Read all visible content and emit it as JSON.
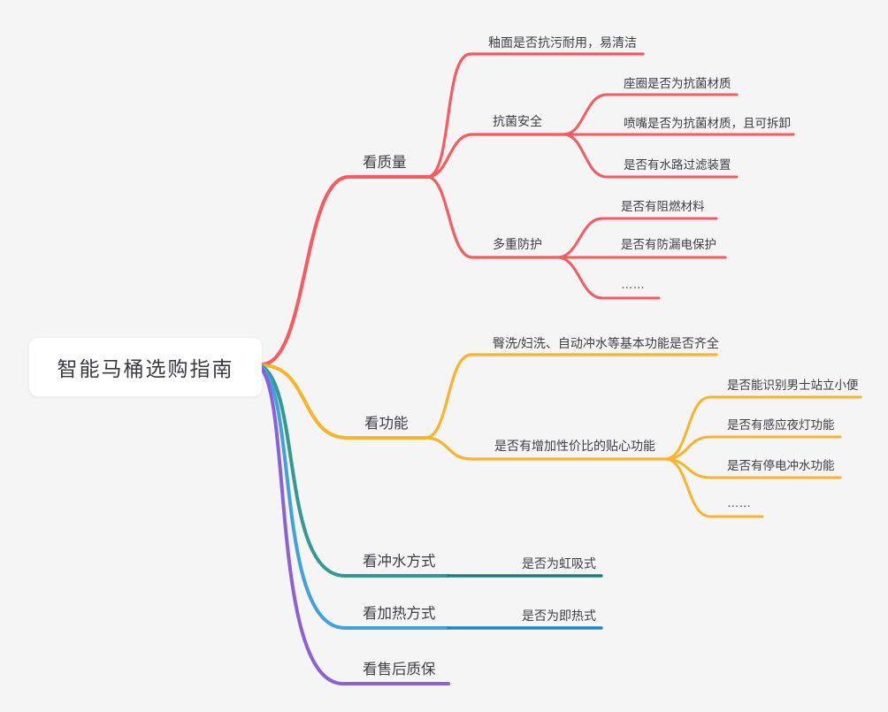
{
  "root": {
    "label": "智能马桶选购指南"
  },
  "canvas": {
    "background": "#f5f5f6",
    "text_color": "#3d3d44"
  },
  "branches": [
    {
      "label": "看质量",
      "color": "#f75a5f",
      "children": [
        {
          "label": "釉面是否抗污耐用，易清洁",
          "children": []
        },
        {
          "label": "抗菌安全",
          "children": [
            {
              "label": "座圈是否为抗菌材质"
            },
            {
              "label": "喷嘴是否为抗菌材质，且可拆卸"
            },
            {
              "label": "是否有水路过滤装置"
            }
          ]
        },
        {
          "label": "多重防护",
          "children": [
            {
              "label": "是否有阻燃材料"
            },
            {
              "label": "是否有防漏电保护"
            },
            {
              "label": "……"
            }
          ]
        }
      ]
    },
    {
      "label": "看功能",
      "color": "#fbb32a",
      "children": [
        {
          "label": "臀洗/妇洗、自动冲水等基本功能是否齐全",
          "children": []
        },
        {
          "label": "是否有增加性价比的贴心功能",
          "children": [
            {
              "label": "是否能识别男士站立小便"
            },
            {
              "label": "是否有感应夜灯功能"
            },
            {
              "label": "是否有停电冲水功能"
            },
            {
              "label": "……"
            }
          ]
        }
      ]
    },
    {
      "label": "看冲水方式",
      "color": "#35998f",
      "child_color": "#1d7e7c",
      "children": [
        {
          "label": "是否为虹吸式"
        }
      ]
    },
    {
      "label": "看加热方式",
      "color": "#42a1d8",
      "child_color": "#1f86c6",
      "children": [
        {
          "label": "是否为即热式"
        }
      ]
    },
    {
      "label": "看售后质保",
      "color": "#8a62d6",
      "children": []
    }
  ]
}
